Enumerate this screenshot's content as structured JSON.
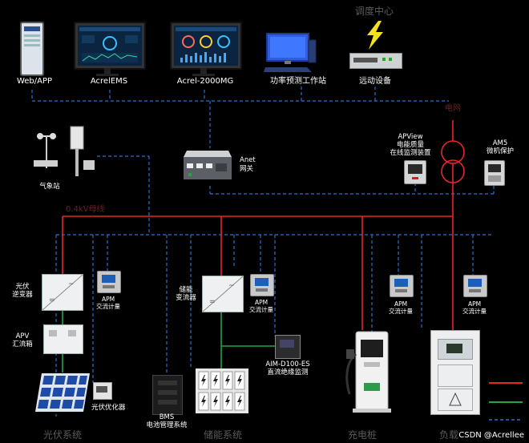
{
  "top": {
    "webapp": "Web/APP",
    "ems": "AcrelEMS",
    "mg": "Acrel-2000MG",
    "forecast": "功率预测工作站",
    "remote": "远动设备",
    "dispatch": "调度中心"
  },
  "middle": {
    "weather": "气象站",
    "gateway_line1": "Anet",
    "gateway_line2": "网关",
    "grid": "电网",
    "apview_line1": "APView",
    "apview_line2": "电能质量",
    "apview_line3": "在线监测装置",
    "am5_line1": "AM5",
    "am5_line2": "微机保护",
    "bus": "0.4kV母线"
  },
  "lower": {
    "pv_inverter_line1": "光伏",
    "pv_inverter_line2": "逆变器",
    "apm": "APM",
    "ac_meter": "交流计量",
    "apv_line1": "APV",
    "apv_line2": "汇流箱",
    "pv_optimizer": "光伏优化器",
    "storage_conv_line1": "储能",
    "storage_conv_line2": "变流器",
    "bms_line1": "BMS",
    "bms_line2": "电池管理系统",
    "aim_line1": "AIM-D100-ES",
    "aim_line2": "直流绝缘监测",
    "pv_system": "光伏系统",
    "storage_system": "储能系统",
    "charger": "充电桩",
    "load": "负载"
  },
  "watermark": "CSDN @Acrellee",
  "colors": {
    "ac_line": "#e8262a",
    "dc_line": "#1fa64a",
    "comm_line": "#2f6fd0",
    "bg": "#000000"
  }
}
